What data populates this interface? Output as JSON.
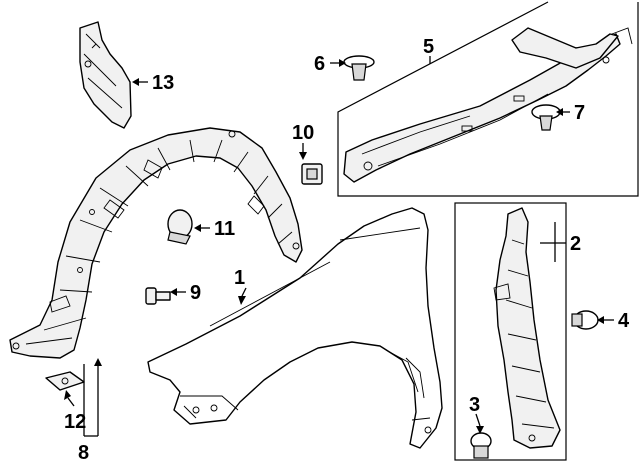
{
  "diagram": {
    "callouts": [
      {
        "id": "1",
        "label": "1"
      },
      {
        "id": "2",
        "label": "2"
      },
      {
        "id": "3",
        "label": "3"
      },
      {
        "id": "4",
        "label": "4"
      },
      {
        "id": "5",
        "label": "5"
      },
      {
        "id": "6",
        "label": "6"
      },
      {
        "id": "7",
        "label": "7"
      },
      {
        "id": "8",
        "label": "8"
      },
      {
        "id": "9",
        "label": "9"
      },
      {
        "id": "10",
        "label": "10"
      },
      {
        "id": "11",
        "label": "11"
      },
      {
        "id": "12",
        "label": "12"
      },
      {
        "id": "13",
        "label": "13"
      }
    ]
  }
}
